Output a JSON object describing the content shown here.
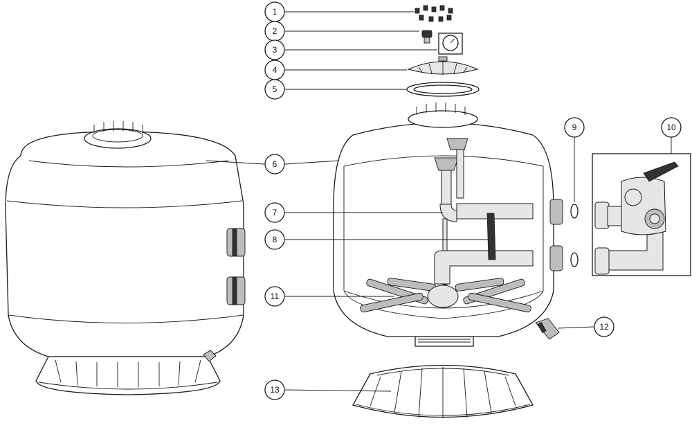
{
  "callouts": [
    {
      "id": "c1",
      "label": "1"
    },
    {
      "id": "c2",
      "label": "2"
    },
    {
      "id": "c3",
      "label": "3"
    },
    {
      "id": "c4",
      "label": "4"
    },
    {
      "id": "c5",
      "label": "5"
    },
    {
      "id": "c6",
      "label": "6"
    },
    {
      "id": "c7",
      "label": "7"
    },
    {
      "id": "c8",
      "label": "8"
    },
    {
      "id": "c9",
      "label": "9"
    },
    {
      "id": "c10",
      "label": "10"
    },
    {
      "id": "c11",
      "label": "11"
    },
    {
      "id": "c12",
      "label": "12"
    },
    {
      "id": "c13",
      "label": "13"
    }
  ],
  "colors": {
    "line": "#1a1a1a",
    "background": "#ffffff",
    "shade": "#bdbdbd"
  }
}
